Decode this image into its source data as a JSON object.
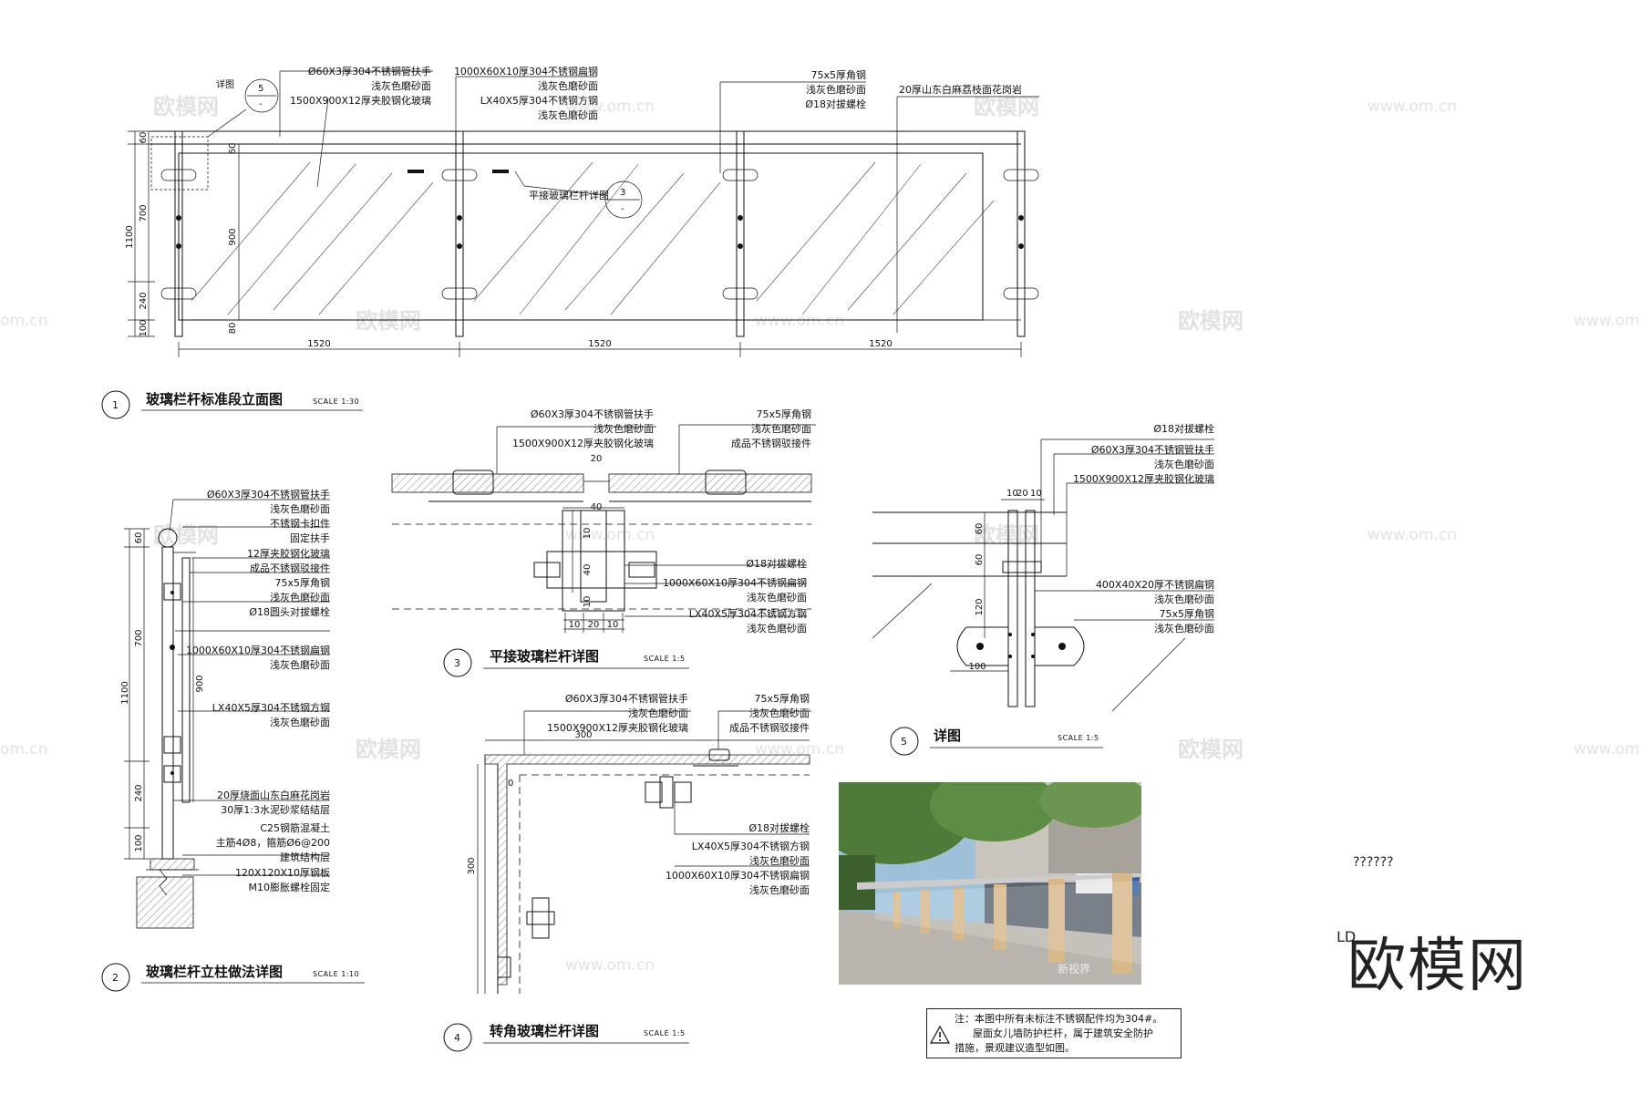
{
  "views": [
    {
      "num": "1",
      "title": "玻璃栏杆标准段立面图",
      "scale": "SCALE 1:30"
    },
    {
      "num": "2",
      "title": "玻璃栏杆立柱做法详图",
      "scale": "SCALE 1:10"
    },
    {
      "num": "3",
      "title": "平接玻璃栏杆详图",
      "scale": "SCALE 1:5"
    },
    {
      "num": "4",
      "title": "转角玻璃栏杆详图",
      "scale": "SCALE 1:5"
    },
    {
      "num": "5",
      "title": "详图",
      "scale": "SCALE 1:5"
    }
  ],
  "callouts": {
    "detail_ref1_label": "详图",
    "detail_ref1_top": "5",
    "detail_ref1_bottom": "-",
    "detail_ref3_label": "平接玻璃栏杆详图",
    "detail_ref3_top": "3",
    "detail_ref3_bottom": "-"
  },
  "view1": {
    "labels_a": [
      "Ø60X3厚304不锈钢管扶手",
      "浅灰色磨砂面",
      "1500X900X12厚夹胶钢化玻璃"
    ],
    "labels_b": [
      "1000X60X10厚304不锈钢扁钢",
      "浅灰色磨砂面",
      "LX40X5厚304不锈钢方钢",
      "浅灰色磨砂面"
    ],
    "labels_c": [
      "75x5厚角钢",
      "浅灰色磨砂面",
      "Ø18对拔螺栓"
    ],
    "labels_d": [
      "20厚山东白麻荔枝面花岗岩"
    ],
    "dims_h": [
      "1520",
      "1520",
      "1520"
    ],
    "dims_v": [
      "60",
      "700",
      "240",
      "100"
    ],
    "dim_total": "1100",
    "dims_inner": [
      "60",
      "900",
      "80"
    ]
  },
  "view2": {
    "labels": [
      "Ø60X3厚304不锈钢管扶手",
      "浅灰色磨砂面",
      "不锈钢卡扣件",
      "固定扶手",
      "12厚夹胶钢化玻璃",
      "成品不锈钢驳接件",
      "75x5厚角钢",
      "浅灰色磨砂面",
      "Ø18圆头对拔螺栓",
      "1000X60X10厚304不锈钢扁钢",
      "浅灰色磨砂面",
      "LX40X5厚304不锈钢方钢",
      "浅灰色磨砂面",
      "20厚烧面山东白麻花岗岩",
      "30厚1:3水泥砂浆结结层",
      "C25钢筋混凝土",
      "主筋4Ø8，箍筋Ø6@200",
      "建筑结构层",
      "120X120X10厚钢板",
      "M10膨胀螺栓固定"
    ],
    "dims_v": [
      "60",
      "700",
      "240",
      "100"
    ],
    "dim_total": "1100",
    "dim_inner": "900"
  },
  "view3": {
    "labels_left": [
      "Ø60X3厚304不锈钢管扶手",
      "浅灰色磨砂面",
      "1500X900X12厚夹胶钢化玻璃"
    ],
    "labels_right": [
      "75x5厚角钢",
      "浅灰色磨砂面",
      "成品不锈钢驳接件"
    ],
    "labels_bottom": [
      "Ø18对拔螺栓",
      "1000X60X10厚304不锈钢扁钢",
      "浅灰色磨砂面",
      "LX40X5厚304不锈钢方钢",
      "浅灰色磨砂面"
    ],
    "dims": [
      "20",
      "40",
      "10",
      "40",
      "10",
      "10",
      "20",
      "10"
    ]
  },
  "view4": {
    "labels_top": [
      "Ø60X3厚304不锈钢管扶手",
      "浅灰色磨砂面",
      "1500X900X12厚夹胶钢化玻璃"
    ],
    "labels_right": [
      "75x5厚角钢",
      "浅灰色磨砂面",
      "成品不锈钢驳接件"
    ],
    "labels_bottom": [
      "Ø18对拔螺栓",
      "LX40X5厚304不锈钢方钢",
      "浅灰色磨砂面",
      "1000X60X10厚304不锈钢扁钢",
      "浅灰色磨砂面"
    ],
    "dims": [
      "300",
      "300",
      "0"
    ]
  },
  "view5": {
    "labels_top": [
      "Ø18对拔螺栓",
      "Ø60X3厚304不锈钢管扶手",
      "浅灰色磨砂面",
      "1500X900X12厚夹胶钢化玻璃"
    ],
    "labels_bottom": [
      "400X40X20厚不锈钢扁钢",
      "浅灰色磨砂面",
      "75x5厚角钢",
      "浅灰色磨砂面"
    ],
    "dims": [
      "10",
      "20",
      "10",
      "60",
      "60",
      "120",
      "100"
    ]
  },
  "photo": {
    "caption": "新视界"
  },
  "note": {
    "line1": "注：本图中所有未标注不锈钢配件均为304#。",
    "line2": "屋面女儿墙防护栏杆，属于建筑安全防护",
    "line3": "措施，景观建议造型如图。"
  },
  "stamp": {
    "qmarks": "??????",
    "ld": "LD",
    "brand": "欧模网"
  },
  "watermarks": {
    "cn": "欧模网",
    "url": "www.om.cn",
    "short": "om.cn"
  },
  "colors": {
    "line": "#111111",
    "watermark": "#cccccc",
    "sky": "#9ec1d9",
    "tree": "#4f7a3a",
    "road": "#5b6570",
    "pavement": "#b9b4ad"
  }
}
